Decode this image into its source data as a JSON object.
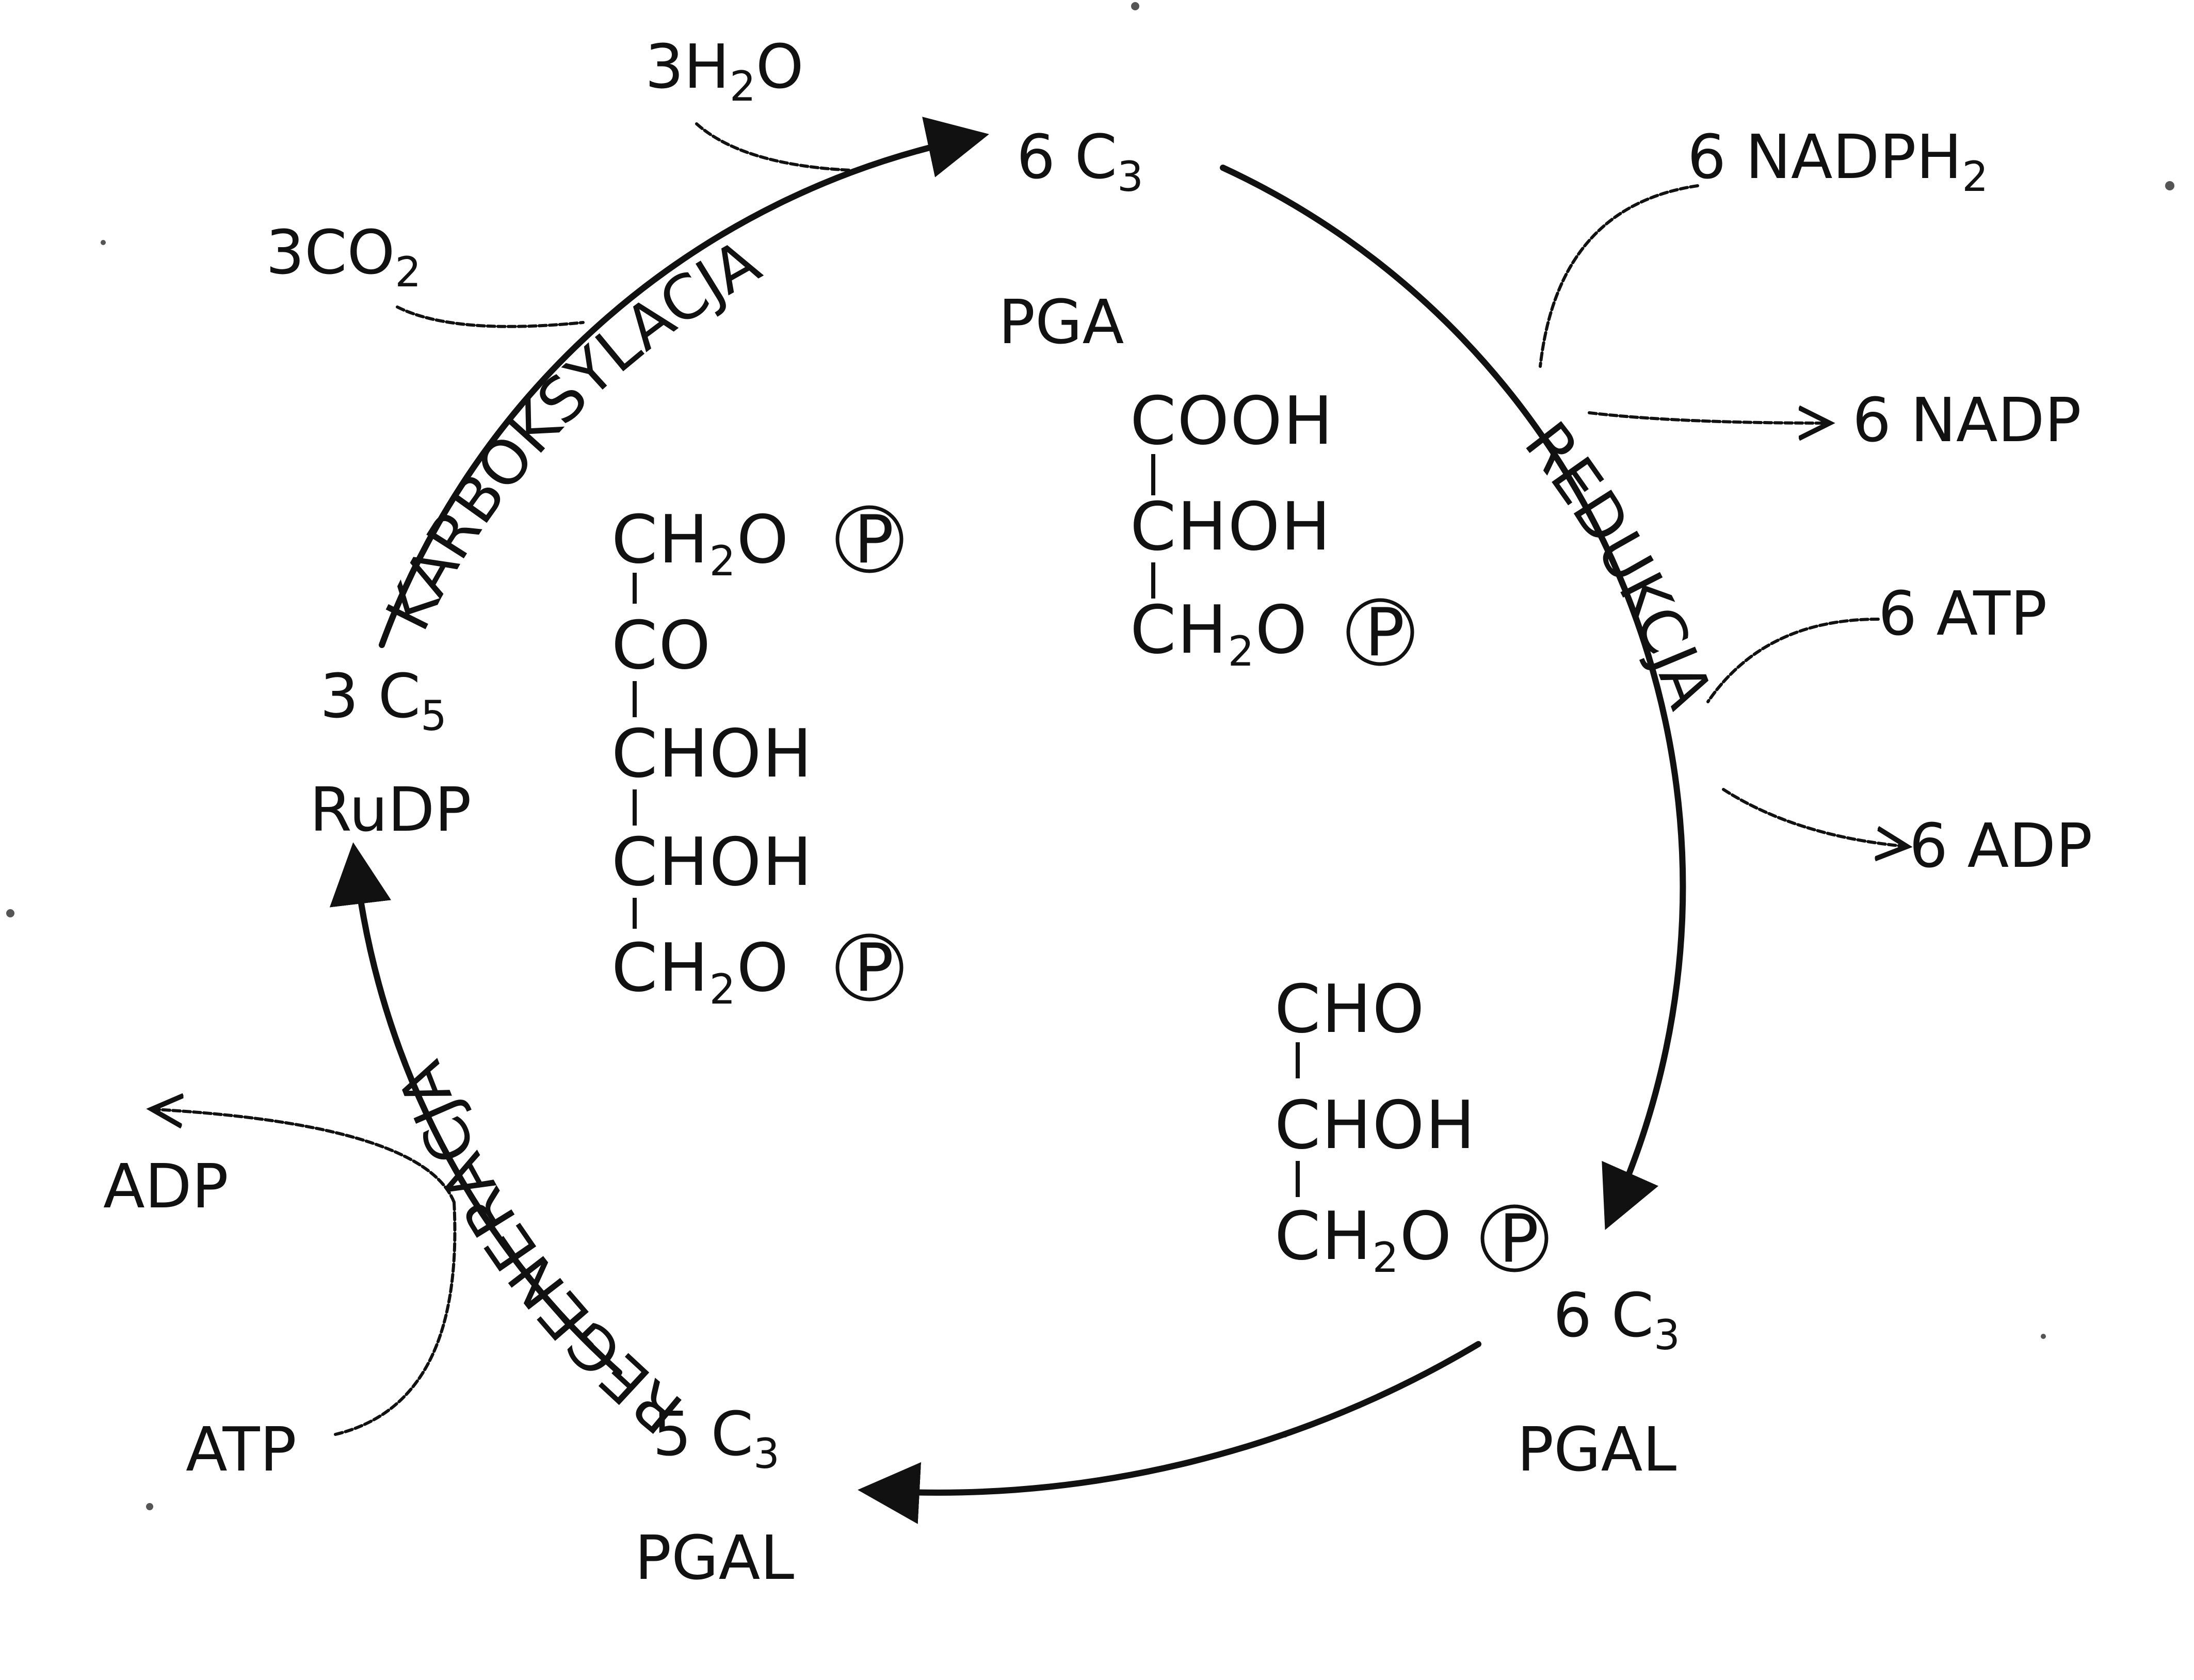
{
  "cycle": {
    "stages": {
      "carboxylation": "KARBOKSYLACJA",
      "reduction": "REDUKCJA",
      "regeneration": "REGENERACJA"
    },
    "nodes": {
      "pga_count": "6 C",
      "pga_count_sub": "3",
      "pga_name": "PGA",
      "pgal6_count": "6 C",
      "pgal6_count_sub": "3",
      "pgal6_name": "PGAL",
      "pgal5_count": "5 C",
      "pgal5_count_sub": "3",
      "pgal5_name": "PGAL",
      "rudp_count": "3 C",
      "rudp_count_sub": "5",
      "rudp_name": "RuDP"
    },
    "inputs_outputs": {
      "water": {
        "main": "3H",
        "sub": "2",
        "tail": "O"
      },
      "co2": {
        "main": "3CO",
        "sub": "2"
      },
      "nadph": {
        "main": "6 NADPH",
        "sub": "2"
      },
      "nadp": "6 NADP",
      "atp6": "6 ATP",
      "adp6": "6 ADP",
      "adp": "ADP",
      "atp": "ATP"
    },
    "structures": {
      "rudp": {
        "ch2o_p_top": {
          "main": "CH",
          "sub": "2",
          "tail": "O"
        },
        "co": "CO",
        "choh1": "CHOH",
        "choh2": "CHOH",
        "ch2o_p_bottom": {
          "main": "CH",
          "sub": "2",
          "tail": "O"
        }
      },
      "pga": {
        "cooh": "COOH",
        "choh": "CHOH",
        "ch2o_p": {
          "main": "CH",
          "sub": "2",
          "tail": "O"
        }
      },
      "pgal": {
        "cho": "CHO",
        "choh": "CHOH",
        "ch2o_p": {
          "main": "CH",
          "sub": "2",
          "tail": "O"
        }
      },
      "phosphate_symbol": "P"
    }
  }
}
